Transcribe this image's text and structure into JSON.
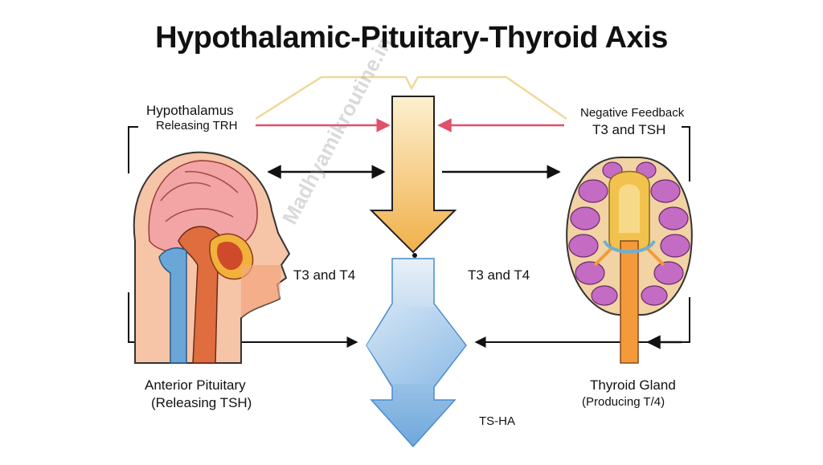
{
  "title": "Hypothalamic-Pituitary-Thyroid Axis",
  "labels": {
    "hypothalamus": "Hypothalamus",
    "releasing_trh": "Releasing TRH",
    "negative_feedback": "Negative Feedback",
    "t3_tsh": "T3 and TSH",
    "t3_t4_left": "T3 and T4",
    "t3_t4_right": "T3 and T4",
    "anterior_pituitary": "Anterior Pituitary",
    "releasing_tsh": "(Releasing TSH)",
    "thyroid_gland": "Thyroid Gland",
    "producing_t4": "(Producing T/4)",
    "tsha": "TS-HA"
  },
  "watermark": "Madhyamikroutine.in",
  "colors": {
    "feedback_line": "#efd89a",
    "red_arrow": "#e0506a",
    "down_arrow_top": "#fbe2a8",
    "down_arrow_bottom": "#f1b34c",
    "blue_arrow_top": "#ddebf6",
    "blue_arrow_bottom": "#77aee0",
    "thyroid_lobe": "#c46bc4",
    "thyroid_center": "#f2c24e",
    "trachea": "#f39a3a",
    "skin": "#f5b999",
    "brain": "#f09a9a"
  }
}
